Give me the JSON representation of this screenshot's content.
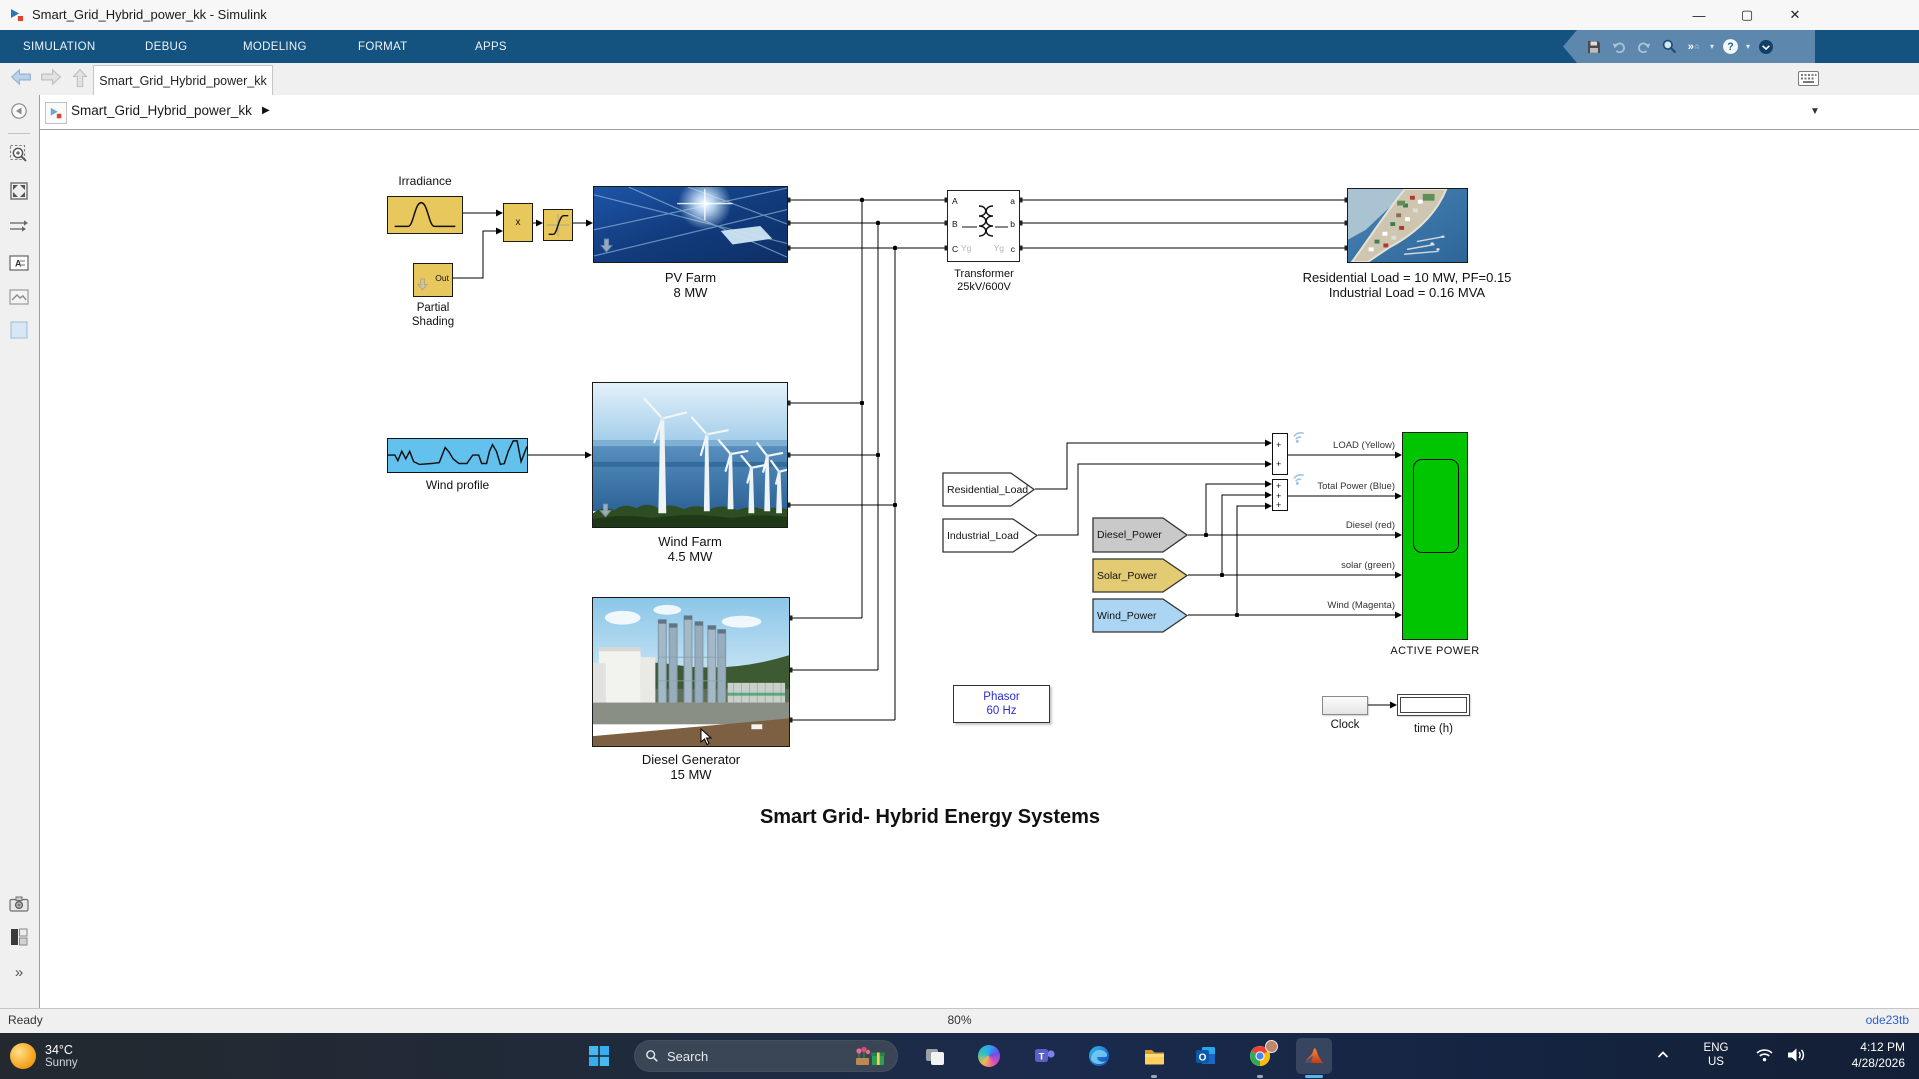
{
  "window": {
    "title": "Smart_Grid_Hybrid_power_kk - Simulink",
    "minimize": "—",
    "maximize": "▢",
    "close": "✕"
  },
  "ribbon": {
    "tabs": [
      "SIMULATION",
      "DEBUG",
      "MODELING",
      "FORMAT",
      "APPS"
    ]
  },
  "doc_tab": {
    "label": "Smart_Grid_Hybrid_power_kk"
  },
  "breadcrumb": {
    "model": "Smart_Grid_Hybrid_power_kk",
    "caret": "▶",
    "dropdown": "▼"
  },
  "canvas": {
    "title": "Smart Grid- Hybrid Energy Systems",
    "blocks": {
      "irradiance": {
        "label": "Irradiance"
      },
      "partial_shading": {
        "label": "Partial\nShading",
        "port": "Out"
      },
      "product": {
        "symbol": "x"
      },
      "pv_farm": {
        "label": "PV Farm\n8 MW"
      },
      "transformer": {
        "label": "Transformer\n25kV/600V",
        "in_ports": [
          "A",
          "B",
          "C"
        ],
        "out_ports": [
          "a",
          "b",
          "c"
        ],
        "winding_left": "Yg",
        "winding_right": "Yg"
      },
      "residential": {
        "label": "Residential Load = 10 MW, PF=0.15\nIndustrial Load = 0.16 MVA"
      },
      "wind_profile": {
        "label": "Wind profile"
      },
      "wind_farm": {
        "label": "Wind Farm\n4.5 MW"
      },
      "diesel": {
        "label": "Diesel Generator\n15 MW"
      },
      "phasor": {
        "label": "Phasor\n60 Hz",
        "text_color": "#2B2BD5"
      },
      "clock": {
        "label": "Clock"
      },
      "time_display": {
        "label": "time (h)"
      },
      "scope": {
        "label": "ACTIVE POWER",
        "fill": "#02C502"
      },
      "sum_load": {
        "signs": "+\n+"
      },
      "sum_total": {
        "signs": "+\n+\n+"
      }
    },
    "tags": {
      "residential_load": {
        "label": "Residential_Load",
        "color": "#FFFFFF"
      },
      "industrial_load": {
        "label": "Industrial_Load",
        "color": "#FFFFFF"
      },
      "diesel_power": {
        "label": "Diesel_Power",
        "color": "#C9C9C9"
      },
      "solar_power": {
        "label": "Solar_Power",
        "color": "#E2CB72"
      },
      "wind_power": {
        "label": "Wind_Power",
        "color": "#ABD5F2"
      }
    },
    "signal_labels": {
      "load": "LOAD (Yellow)",
      "total": "Total Power (Blue)",
      "diesel": "Diesel (red)",
      "solar": "solar (green)",
      "wind": "Wind (Magenta)"
    }
  },
  "status": {
    "state": "Ready",
    "zoom": "80%",
    "solver": "ode23tb"
  },
  "taskbar": {
    "weather_temp": "34°C",
    "weather_desc": "Sunny",
    "search_placeholder": "Search",
    "lang_line1": "ENG",
    "lang_line2": "US",
    "clock_time": "4:12 PM",
    "clock_date": "4/28/2026"
  }
}
